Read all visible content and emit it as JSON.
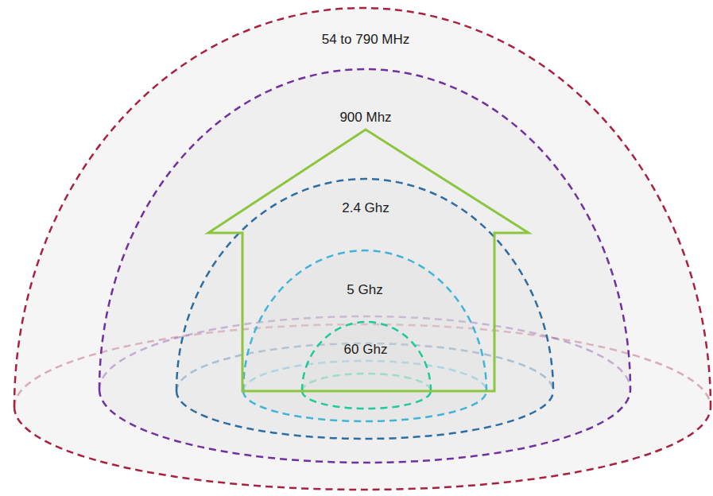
{
  "diagram": {
    "nodes": [
      {
        "text": [
          "54 to 790 MHz"
        ]
      },
      {
        "text": [
          "900 Mhz"
        ],
        "in": 0
      },
      {
        "text": [
          "2.4 Ghz"
        ],
        "in": 1
      },
      {
        "text": [
          "5 Ghz"
        ],
        "in": 2
      },
      {
        "text": [
          "60 Ghz"
        ],
        "in": 3
      }
    ]
  }
}
